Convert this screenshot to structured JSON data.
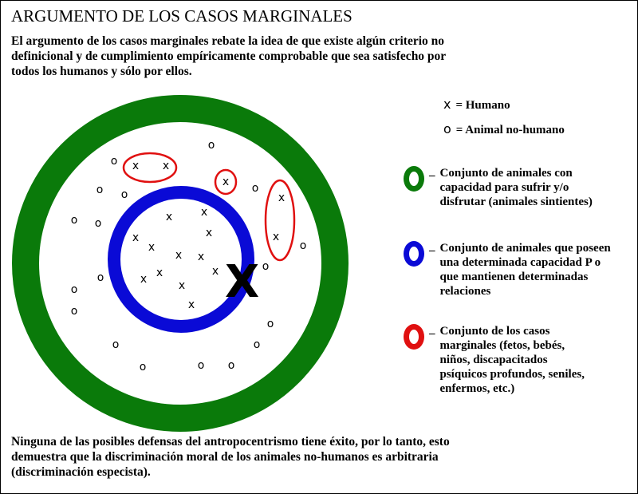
{
  "title": "ARGUMENTO DE LOS CASOS MARGINALES",
  "intro": "El argumento de los casos marginales rebate la idea de que existe algún criterio no definicional y de cumplimiento empíricamente comprobable que sea satisfecho por todos los humanos y sólo por ellos.",
  "conclusion": "Ninguna de las posibles defensas del antropocentrismo tiene éxito, por lo tanto, esto demuestra que la discriminación moral de los animales no-humanos es arbitraria (discriminación especista).",
  "key": {
    "human_symbol": "x",
    "human_label": "= Humano",
    "animal_symbol": "o",
    "animal_label": "= Animal no-humano"
  },
  "legend": [
    {
      "color": "#0a7a0a",
      "text": "Conjunto de animales con capacidad para sufrir y/o disfrutar (animales sintientes)"
    },
    {
      "color": "#0a0ad6",
      "text": "Conjunto de animales que poseen una determinada capacidad P o que mantienen determinadas relaciones"
    },
    {
      "color": "#e01010",
      "text": "Conjunto de los casos marginales (fetos, bebés, niños, discapacitados psíquicos profundos, seniles, enfermos, etc.)"
    }
  ],
  "colors": {
    "green": "#0a7a0a",
    "blue": "#0a0ad6",
    "red": "#e01010"
  },
  "diagram": {
    "x_marker": "x",
    "o_marker": "o",
    "big_x": "X"
  }
}
